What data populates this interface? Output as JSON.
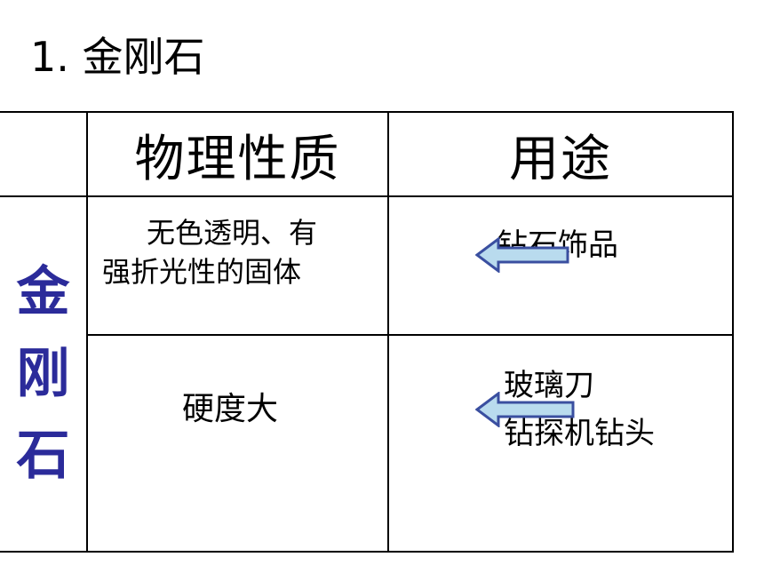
{
  "heading": "1. 金刚石",
  "table": {
    "headers": {
      "corner": "",
      "property": "物理性质",
      "use": "用途"
    },
    "row_label": "金刚石",
    "row_label_chars": [
      "金",
      "刚",
      "石"
    ],
    "rows": [
      {
        "property_lines": [
          "无色透明、有",
          "强折光性的固体"
        ],
        "use_lines": [
          "钻石饰品"
        ]
      },
      {
        "property_lines": [
          "硬度大"
        ],
        "use_lines": [
          "玻璃刀",
          "钻探机钻头"
        ]
      }
    ]
  },
  "colors": {
    "label_blue": "#2b2b9a",
    "arrow_fill": "#b9dbee",
    "arrow_stroke": "#3a4fa0"
  },
  "icons": [
    "left-arrow-icon",
    "left-arrow-icon"
  ]
}
